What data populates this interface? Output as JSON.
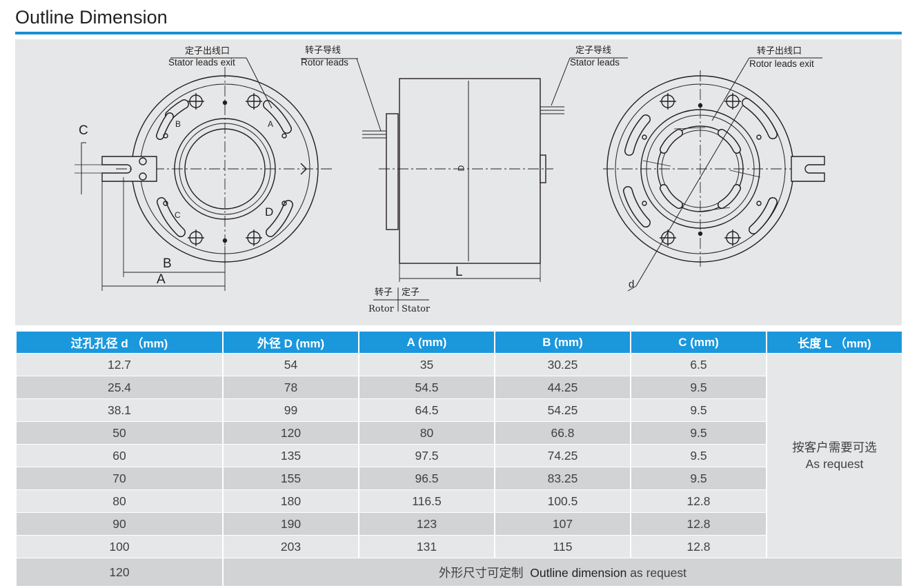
{
  "title": "Outline Dimension",
  "drawing": {
    "labels": {
      "stator_exit_cn_left": "定子出线口",
      "stator_exit_en_left": "Stator leads exit",
      "rotor_leads_cn": "转子导线",
      "rotor_leads_en": "Rotor leads",
      "stator_leads_cn": "定子导线",
      "stator_leads_en": "Stator leads",
      "rotor_exit_cn_right": "转子出线口",
      "rotor_exit_en_right": "Rotor leads exit",
      "rotor_cn": "转子",
      "stator_cn": "定子",
      "rotor_en": "Rotor",
      "stator_en": "Stator"
    },
    "dims": {
      "c": "C",
      "b": "B",
      "a": "A",
      "l": "L",
      "d_small": "d",
      "d_vertical": "D"
    },
    "letters": {
      "a": "A",
      "b": "B",
      "c": "C",
      "d": "D"
    }
  },
  "table": {
    "headers": [
      "过孔孔径 d （mm)",
      "外径 D (mm)",
      "A (mm)",
      "B (mm)",
      "C (mm)",
      "长度 L （mm)"
    ],
    "rows": [
      [
        "12.7",
        "54",
        "35",
        "30.25",
        "6.5"
      ],
      [
        "25.4",
        "78",
        "54.5",
        "44.25",
        "9.5"
      ],
      [
        "38.1",
        "99",
        "64.5",
        "54.25",
        "9.5"
      ],
      [
        "50",
        "120",
        "80",
        "66.8",
        "9.5"
      ],
      [
        "60",
        "135",
        "97.5",
        "74.25",
        "9.5"
      ],
      [
        "70",
        "155",
        "96.5",
        "83.25",
        "9.5"
      ],
      [
        "80",
        "180",
        "116.5",
        "100.5",
        "12.8"
      ],
      [
        "90",
        "190",
        "123",
        "107",
        "12.8"
      ],
      [
        "100",
        "203",
        "131",
        "115",
        "12.8"
      ]
    ],
    "length_cn": "按客户需要可选",
    "length_en": "As request",
    "last_row": {
      "d": "120",
      "note_cn": "外形尺寸可定制",
      "note_en_bold": "Outline dimension",
      "note_en_rest": "as request"
    }
  }
}
